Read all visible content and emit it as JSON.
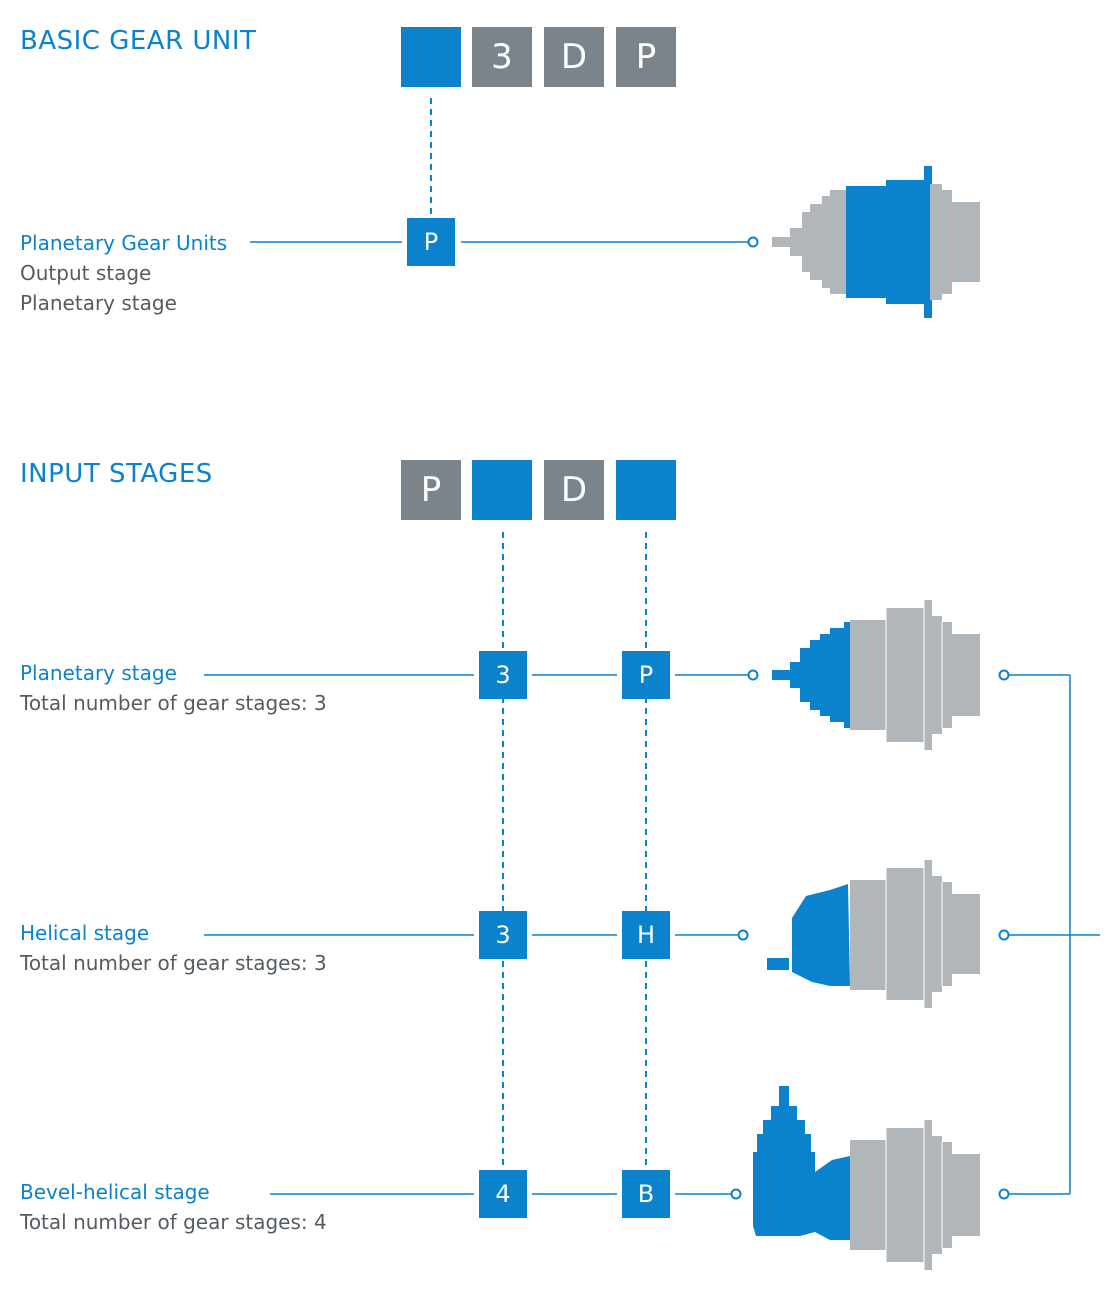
{
  "colors": {
    "accent": "#0a82cc",
    "gray_box": "#7b848b",
    "unit_gray": "#b1b6ba",
    "text_gray": "#555c61"
  },
  "basic": {
    "heading": "BASIC GEAR UNIT",
    "code": [
      "",
      "3",
      "D",
      "P"
    ],
    "selector": "P",
    "title": "Planetary Gear Units",
    "lines": [
      "Output stage",
      "Planetary stage"
    ],
    "image_icon": "planetary-gear-unit-icon"
  },
  "input": {
    "heading": "INPUT STAGES",
    "code": [
      "P",
      "",
      "D",
      ""
    ],
    "rows": [
      {
        "title": "Planetary stage",
        "total": "Total number of gear stages: 3",
        "count": "3",
        "letter": "P",
        "image_icon": "planetary-input-gear-unit-icon"
      },
      {
        "title": "Helical stage",
        "total": "Total number of gear stages: 3",
        "count": "3",
        "letter": "H",
        "image_icon": "helical-input-gear-unit-icon"
      },
      {
        "title": "Bevel-helical stage",
        "total": "Total number of gear stages: 4",
        "count": "4",
        "letter": "B",
        "image_icon": "bevel-helical-input-gear-unit-icon"
      }
    ]
  }
}
